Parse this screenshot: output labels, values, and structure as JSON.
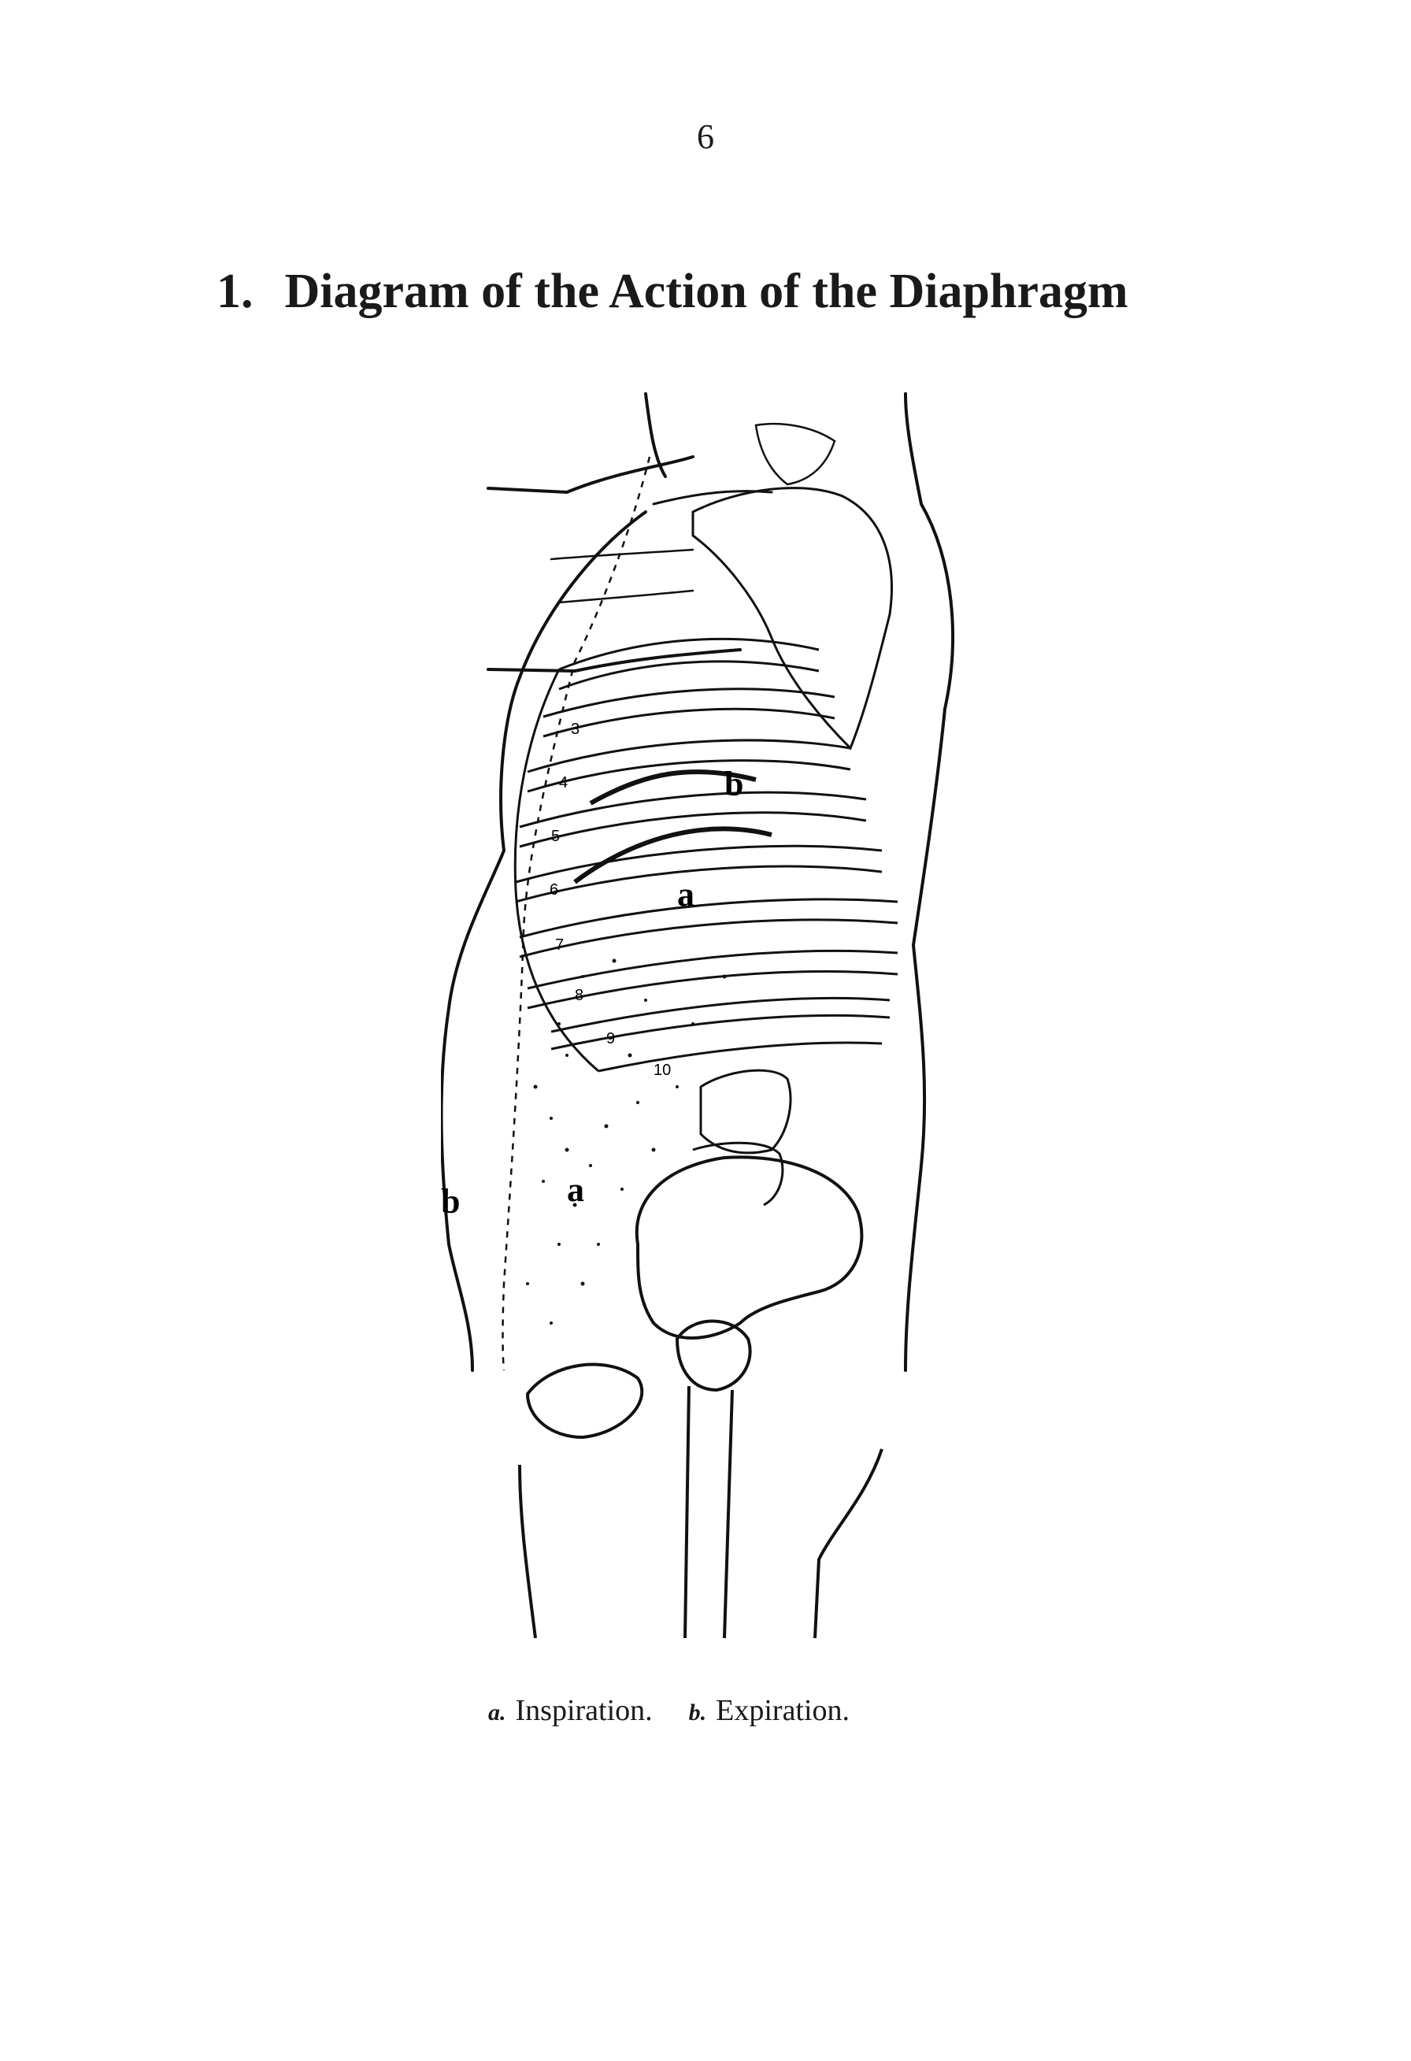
{
  "page": {
    "number": "6",
    "title_number": "1.",
    "title_text": "Diagram of the Action of the Diaphragm"
  },
  "figure": {
    "labels": {
      "b_outer": "b",
      "a_outer": "a",
      "a_inner": "a",
      "b_inner": "b"
    },
    "rib_numbers": [
      "3",
      "4",
      "5",
      "6",
      "7",
      "8",
      "9",
      "10"
    ]
  },
  "caption": {
    "a_key": "a.",
    "a_text": "Inspiration.",
    "b_key": "b.",
    "b_text": "Expiration."
  }
}
